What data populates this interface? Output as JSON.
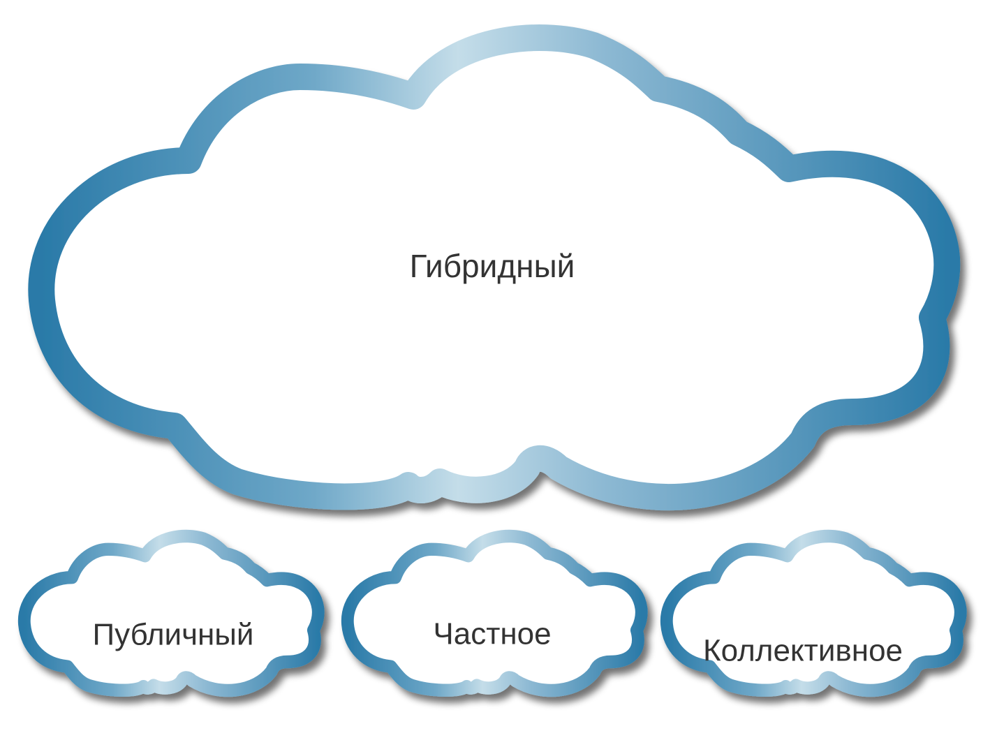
{
  "diagram": {
    "clouds": [
      {
        "id": "hybrid",
        "label": "Гибридный"
      },
      {
        "id": "public",
        "label": "Публичный"
      },
      {
        "id": "private",
        "label": "Частное"
      },
      {
        "id": "community",
        "label": "Коллективное"
      }
    ]
  },
  "colors": {
    "outline_dark": "#2a7aa8",
    "outline_light": "#c4dde9",
    "fill": "#ffffff",
    "text": "#333333"
  }
}
